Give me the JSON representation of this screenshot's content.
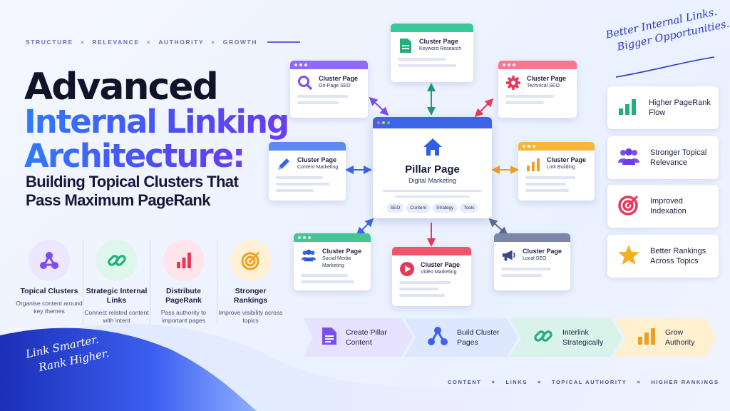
{
  "tagline": [
    "STRUCTURE",
    "RELEVANCE",
    "AUTHORITY",
    "GROWTH"
  ],
  "tagline_sep": "×",
  "title": {
    "line1": "Advanced",
    "line2": "Internal Linking",
    "line3": "Architecture:",
    "subtitle": "Building Topical Clusters That Pass Maximum PageRank"
  },
  "features": [
    {
      "title": "Topical Clusters",
      "desc": "Organise content around key themes",
      "icon": "cluster-icon",
      "color": "#7b4df2"
    },
    {
      "title": "Strategic Internal Links",
      "desc": "Connect related content with intent",
      "icon": "link-icon",
      "color": "#22b07a"
    },
    {
      "title": "Distribute PageRank",
      "desc": "Pass authority to important pages",
      "icon": "bar-chart-icon",
      "color": "#e8385a"
    },
    {
      "title": "Stronger Rankings",
      "desc": "Improve visibility across topics",
      "icon": "target-icon",
      "color": "#f0a020"
    }
  ],
  "hand_left": [
    "Link Smarter.",
    "Rank Higher."
  ],
  "hand_right": [
    "Better Internal Links.",
    "Bigger Opportunities."
  ],
  "pillar": {
    "title": "Pillar Page",
    "subtitle": "Digital Marketing",
    "chips": [
      "SEO",
      "Content",
      "Strategy",
      "Tools"
    ]
  },
  "cluster_label": "Cluster Page",
  "clusters": {
    "keyword": "Keyword Research",
    "onpage": "On-Page SEO",
    "technical": "Technical SEO",
    "content": "Content Marketing",
    "linkbuilding": "Link Building",
    "social": "Social Media Marketing",
    "video": "Video Marketing",
    "local": "Local SEO"
  },
  "benefits": [
    "Higher PageRank Flow",
    "Stronger Topical Relevance",
    "Improved Indexation",
    "Better Rankings Across Topics"
  ],
  "steps": [
    "Create Pillar Content",
    "Build Cluster Pages",
    "Interlink Strategically",
    "Grow Authority"
  ],
  "footer": [
    "CONTENT",
    "LINKS",
    "TOPICAL AUTHORITY",
    "HIGHER RANKINGS"
  ],
  "colors": {
    "blue": "#3d64e8",
    "purple": "#7b4df2",
    "green": "#22b07a",
    "red": "#e8385a",
    "orange": "#f0a020"
  }
}
